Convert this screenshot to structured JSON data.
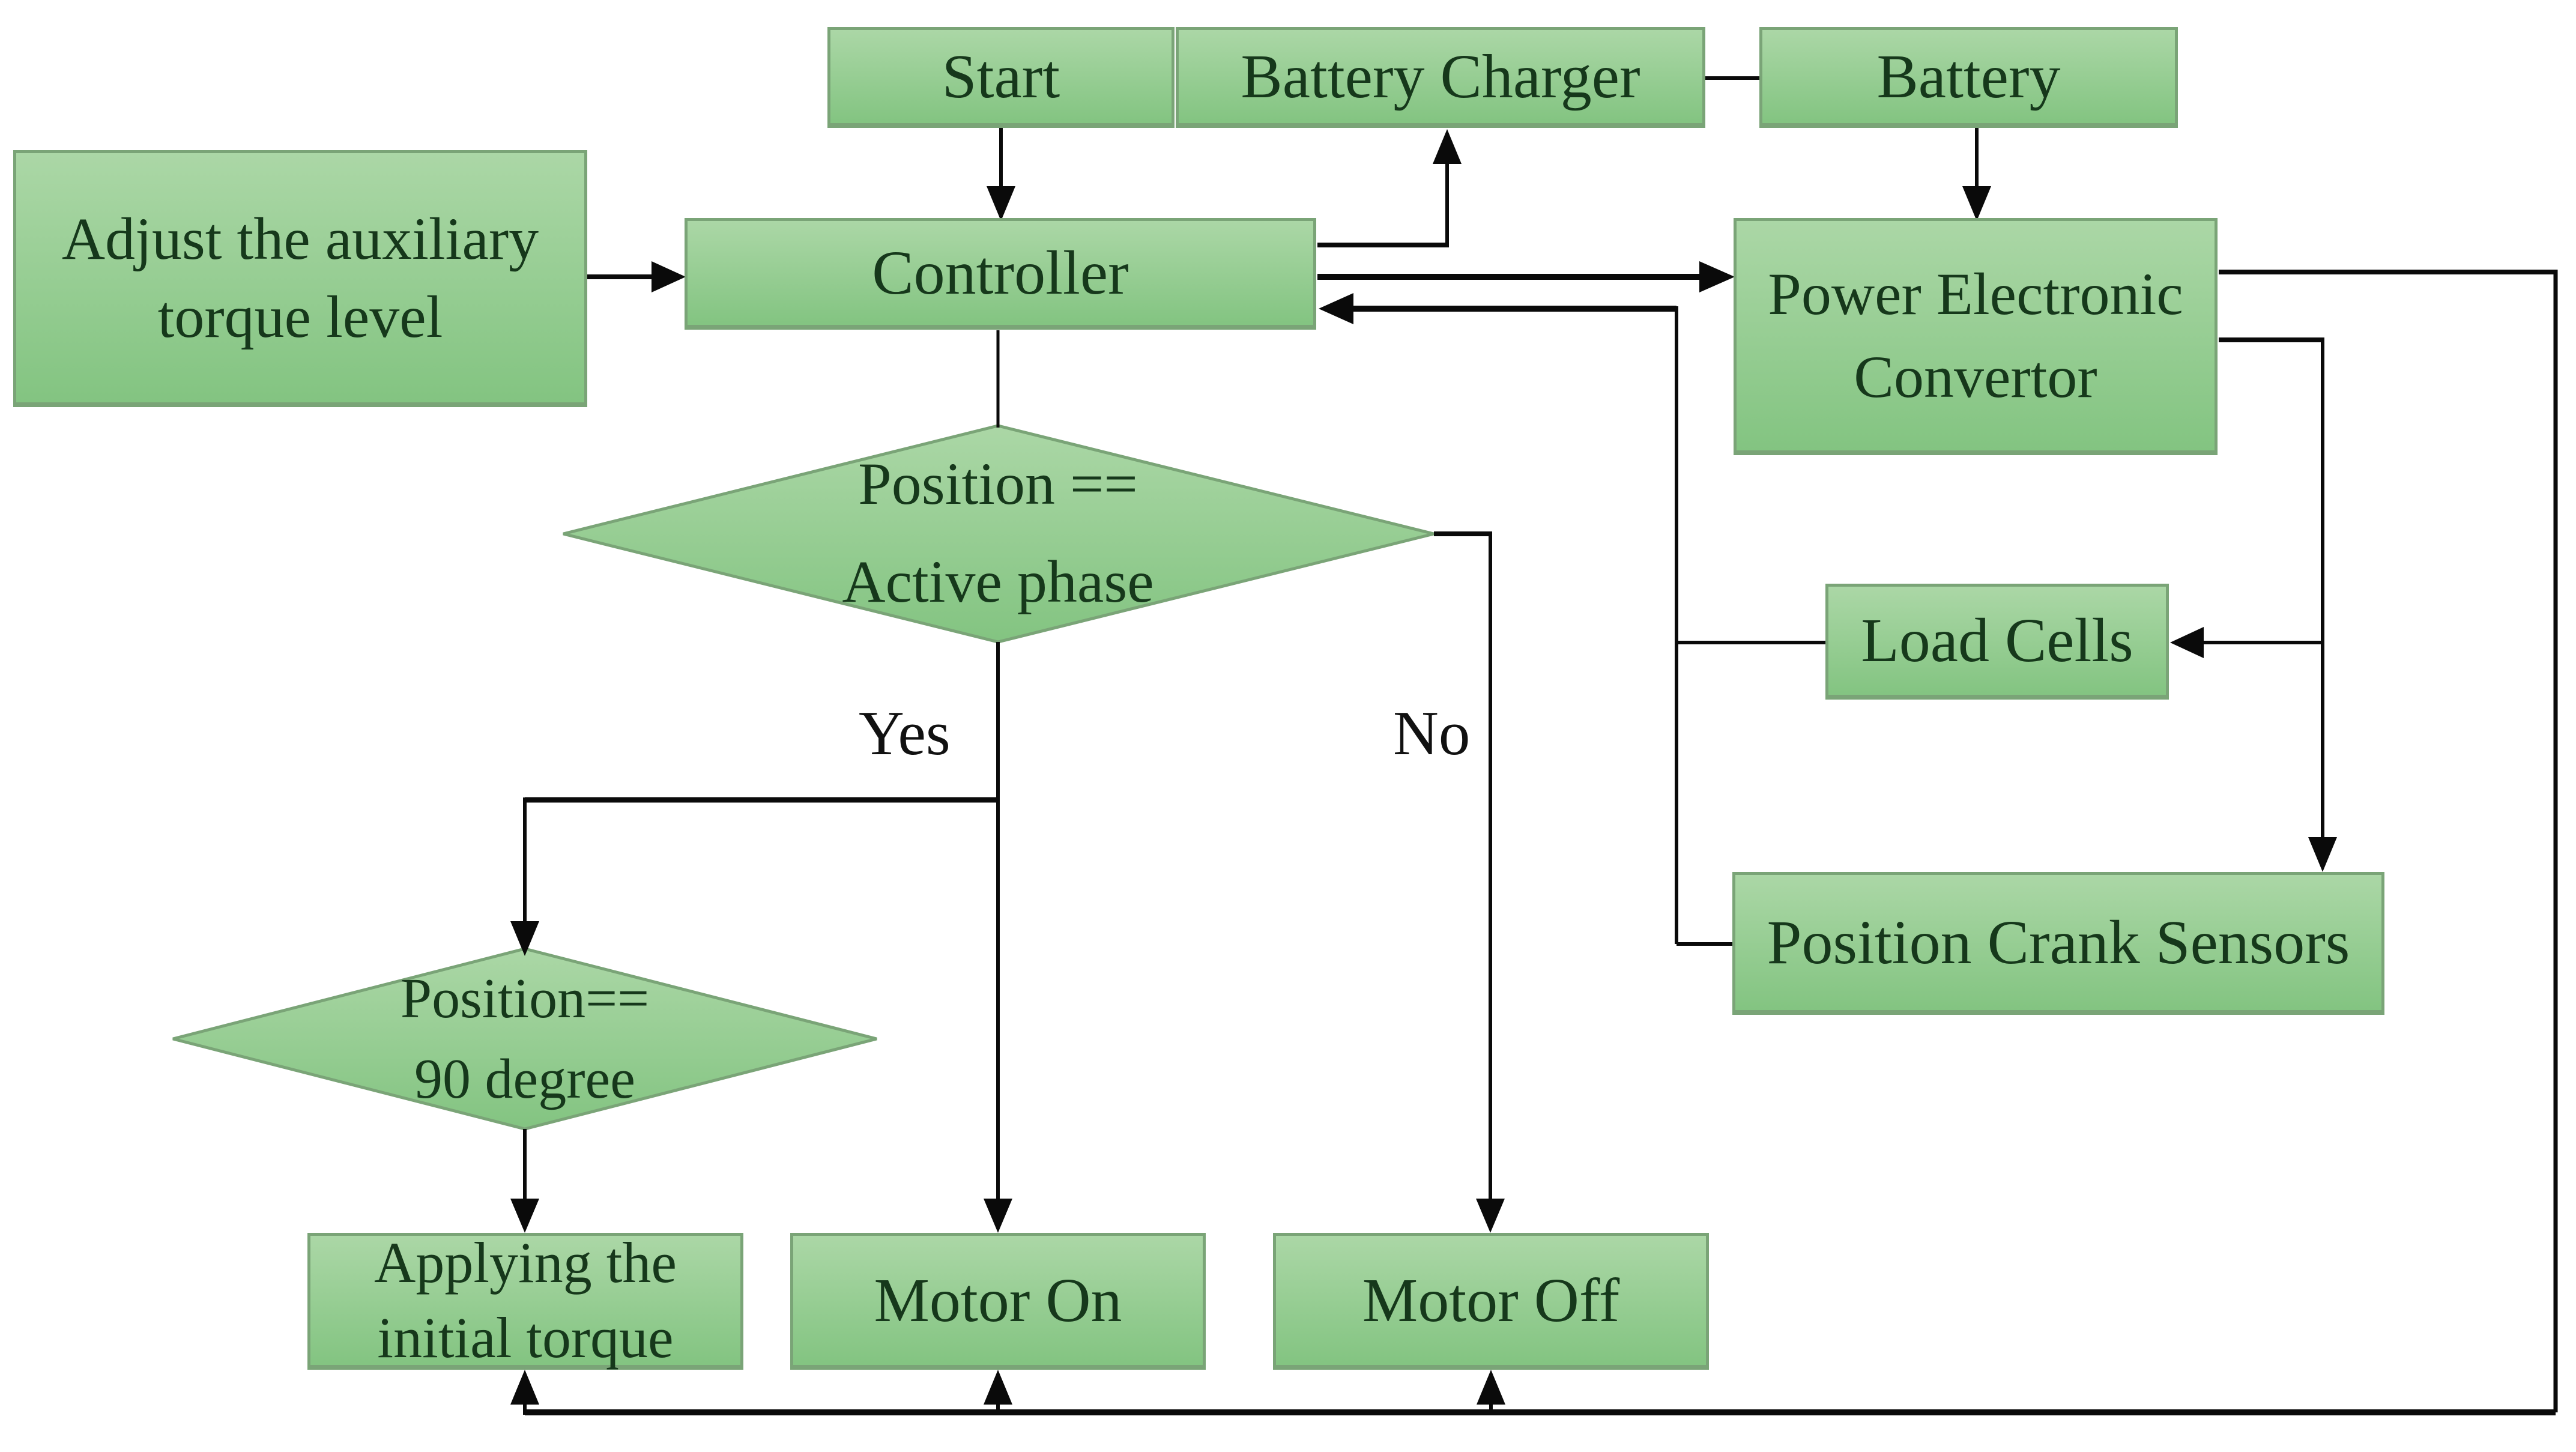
{
  "figure": {
    "background": "#ffffff",
    "nodes": {
      "start": {
        "label": "Start"
      },
      "battery_charger": {
        "label": "Battery Charger"
      },
      "battery": {
        "label": "Battery"
      },
      "adjust_torque": {
        "label": "Adjust the auxiliary torque level"
      },
      "controller": {
        "label": "Controller"
      },
      "power_converter": {
        "label": "Power Electronic Convertor"
      },
      "load_cells": {
        "label": "Load Cells"
      },
      "position_crank_sensors": {
        "label": "Position Crank Sensors"
      },
      "decision_active_phase": {
        "lines": [
          "Position ==",
          "Active phase"
        ]
      },
      "decision_90_degree": {
        "lines": [
          "Position==",
          "90 degree"
        ]
      },
      "applying_initial_torque": {
        "label": "Applying the initial torque"
      },
      "motor_on": {
        "label": "Motor On"
      },
      "motor_off": {
        "label": "Motor Off"
      }
    },
    "edge_labels": {
      "yes": "Yes",
      "no": "No"
    },
    "colors": {
      "node_fill_top": "#abd7a6",
      "node_fill_bottom": "#83c481",
      "node_border": "#7aa477",
      "node_text": "#16381b",
      "line_color": "#0a0a0a",
      "label_text": "#111111"
    }
  }
}
